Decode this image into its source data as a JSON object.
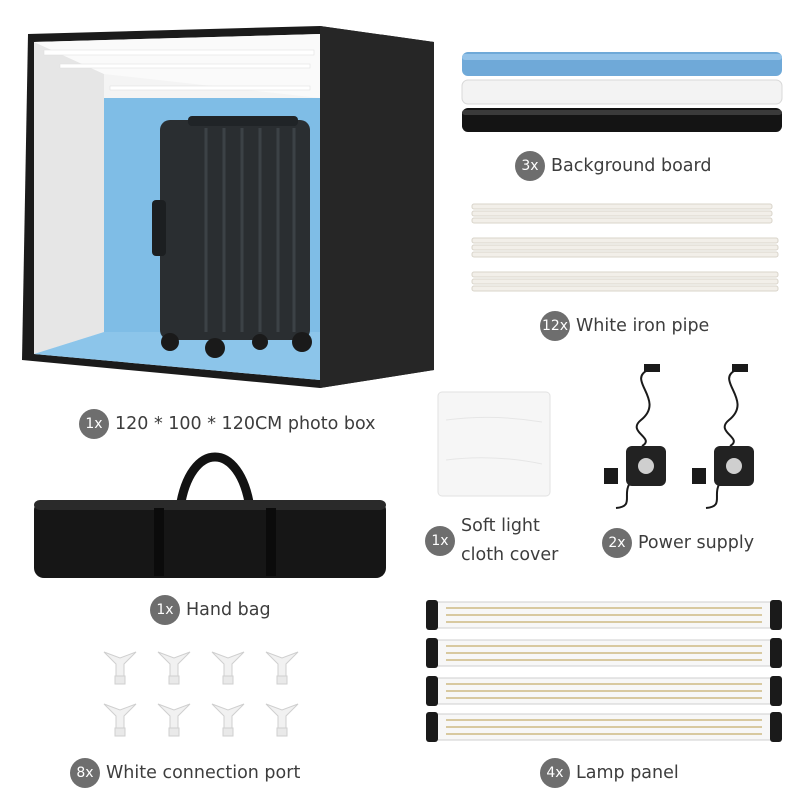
{
  "items": [
    {
      "qty": "1x",
      "name": "120 * 100 * 120CM photo box"
    },
    {
      "qty": "3x",
      "name": "Background board"
    },
    {
      "qty": "12x",
      "name": "White iron pipe"
    },
    {
      "qty": "1x",
      "name_line1": "Soft light",
      "name_line2": "cloth cover"
    },
    {
      "qty": "2x",
      "name": "Power supply"
    },
    {
      "qty": "1x",
      "name": "Hand bag"
    },
    {
      "qty": "8x",
      "name": "White connection port"
    },
    {
      "qty": "4x",
      "name": "Lamp panel"
    }
  ],
  "colors": {
    "badge": "#6e6e6e",
    "text": "#3d3d3d",
    "backdrop_blue": "#7fbde6",
    "box_black": "#1b1b1b"
  },
  "icons": [
    "photo-box",
    "background-board-rolls",
    "iron-pipes",
    "soft-cloth",
    "power-adapter",
    "hand-bag",
    "connection-port",
    "led-lamp-panel"
  ]
}
